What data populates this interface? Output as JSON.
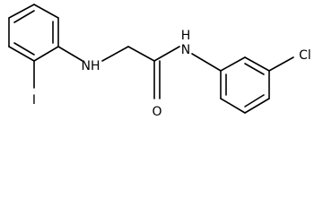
{
  "structure": {
    "atoms": {
      "iodine": "I",
      "amine_nh": "NH",
      "carbonyl_o": "O",
      "amide_n": "N",
      "amide_h": "H",
      "chlorine": "Cl"
    },
    "colors": {
      "bond": "#000000",
      "label": "#000000",
      "background": "#ffffff"
    }
  }
}
